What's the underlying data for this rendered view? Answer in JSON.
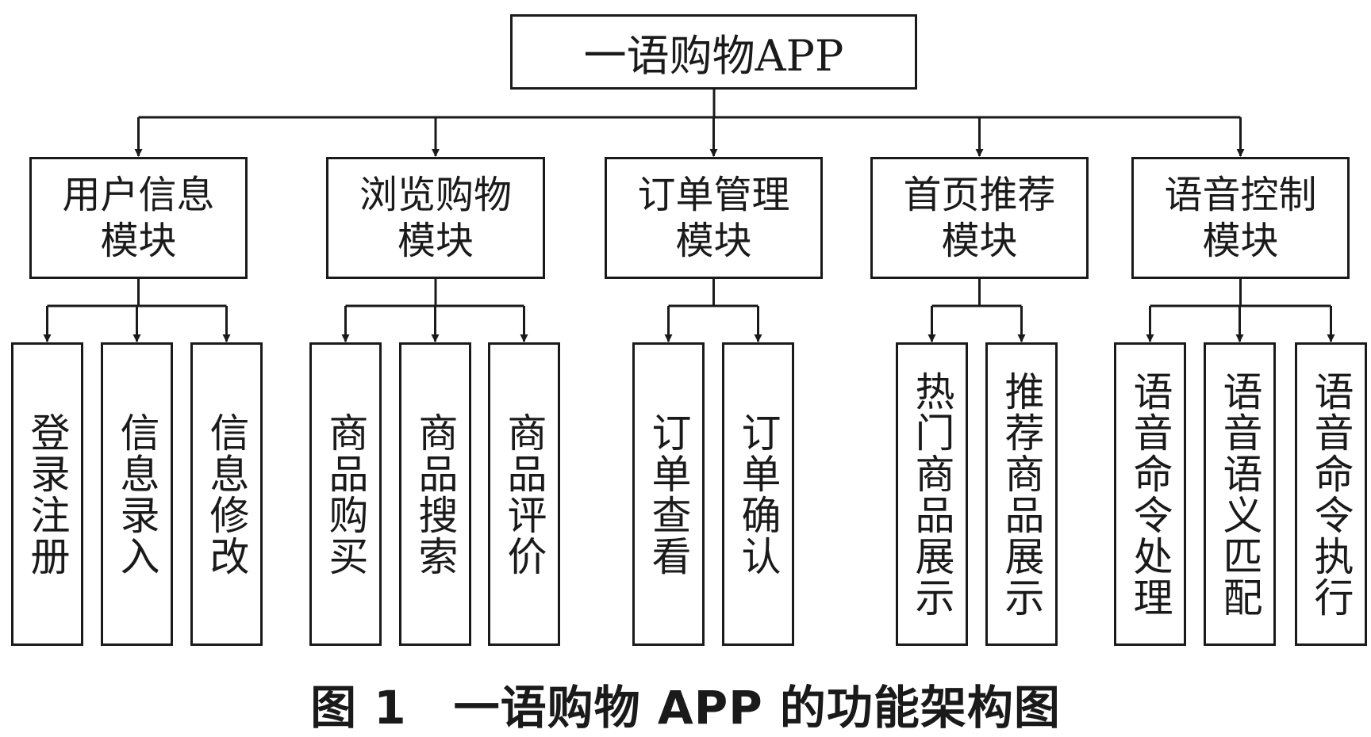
{
  "root": {
    "label": "一语购物APP"
  },
  "modules": [
    {
      "line1": "用户信息",
      "line2": "模块",
      "children": [
        "登录注册",
        "信息录入",
        "信息修改"
      ]
    },
    {
      "line1": "浏览购物",
      "line2": "模块",
      "children": [
        "商品购买",
        "商品搜索",
        "商品评价"
      ]
    },
    {
      "line1": "订单管理",
      "line2": "模块",
      "children": [
        "订单查看",
        "订单确认"
      ]
    },
    {
      "line1": "首页推荐",
      "line2": "模块",
      "children": [
        "热门商品展示",
        "推荐商品展示"
      ]
    },
    {
      "line1": "语音控制",
      "line2": "模块",
      "children": [
        "语音命令处理",
        "语音语义匹配",
        "语音命令执行"
      ]
    }
  ],
  "caption": "图 1　一语购物 APP 的功能架构图"
}
